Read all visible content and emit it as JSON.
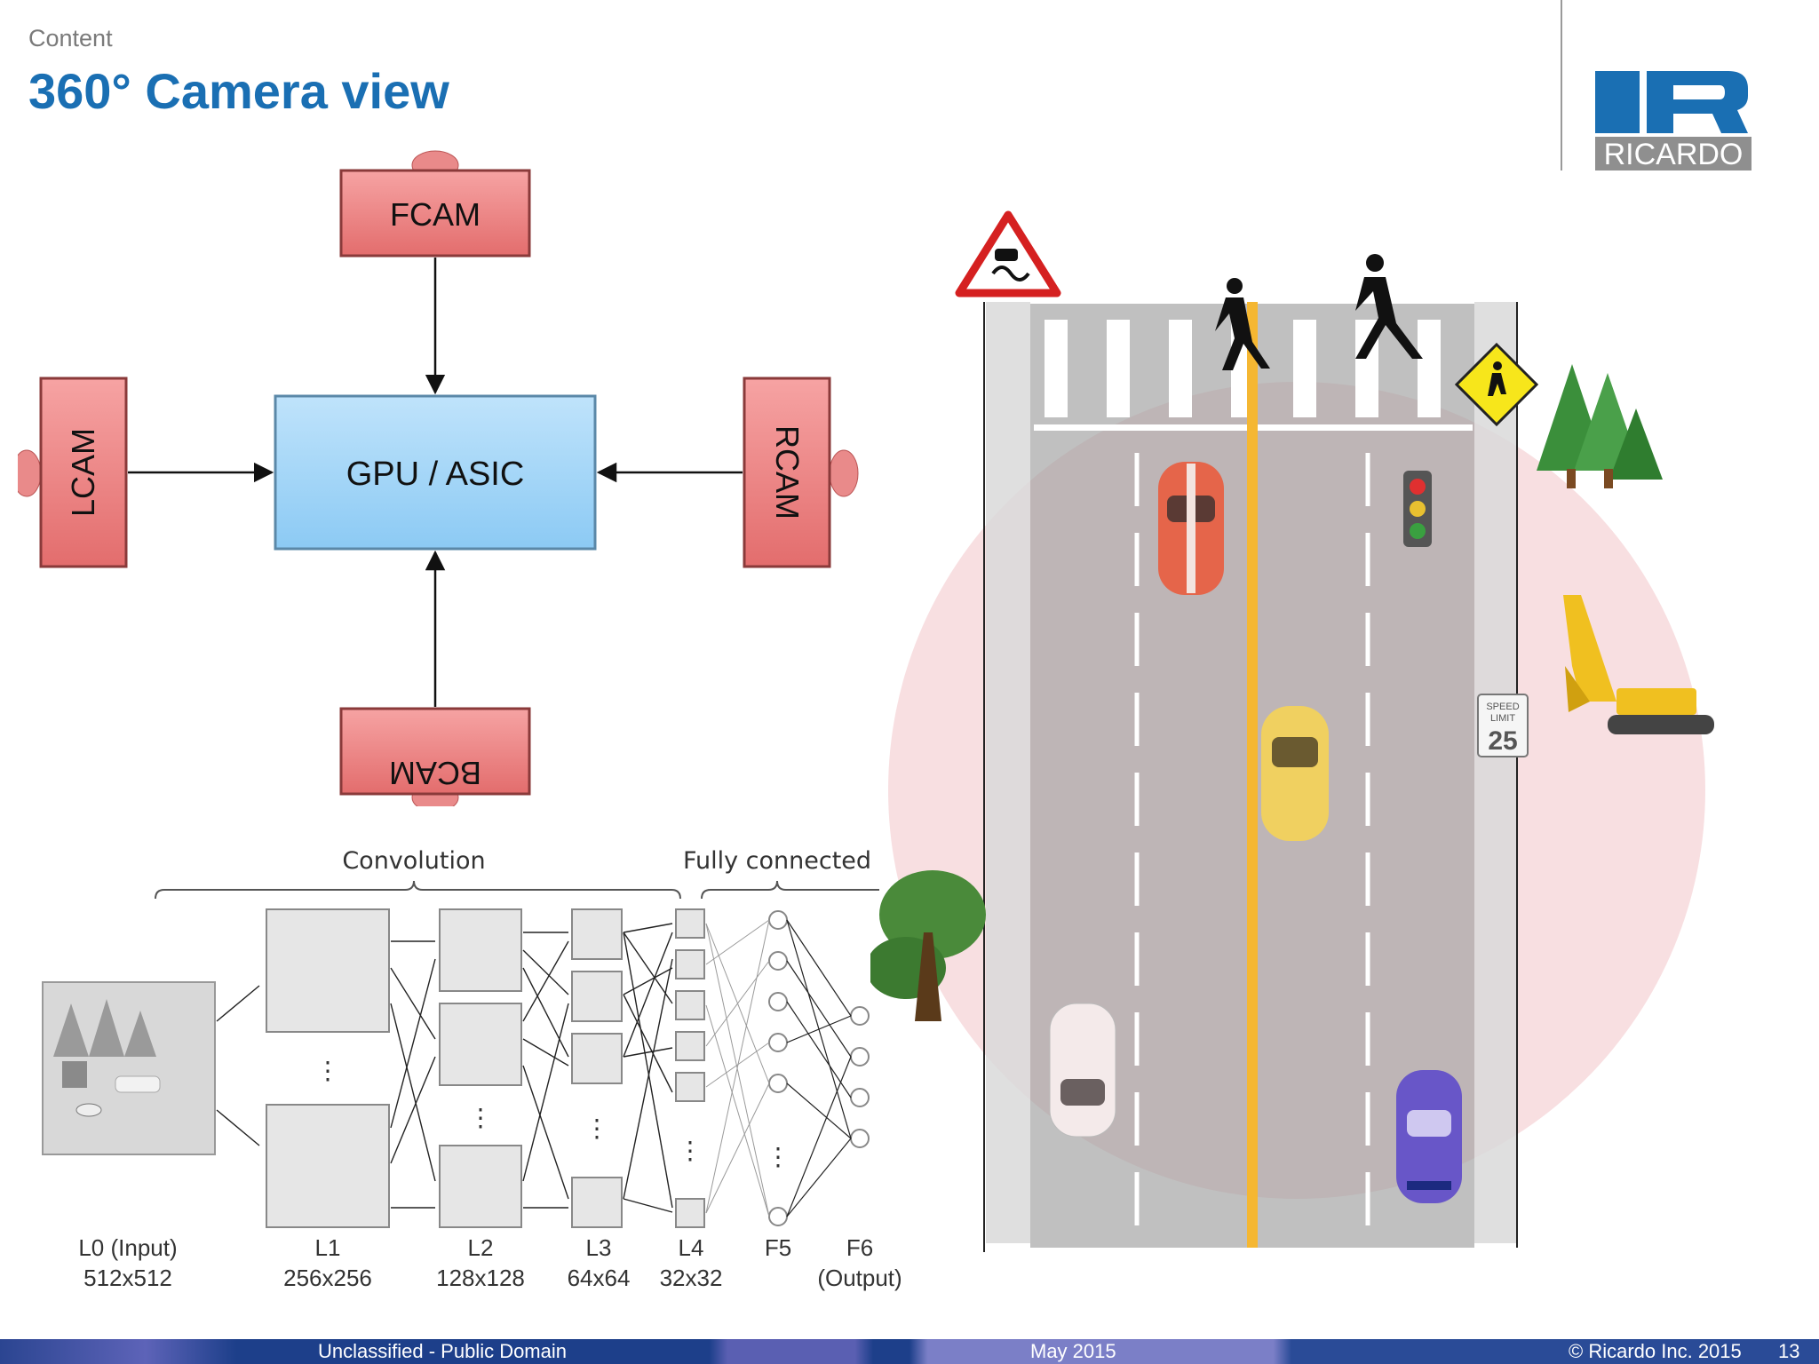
{
  "header": {
    "section_label": "Content",
    "title": "360° Camera view"
  },
  "logo": {
    "text": "RICARDO"
  },
  "camera_diagram": {
    "front": "FCAM",
    "left": "LCAM",
    "right": "RCAM",
    "back": "BCAM",
    "processor": "GPU / ASIC",
    "colors": {
      "camera_fill": "#f08080",
      "processor_fill": "#9fd3f7"
    }
  },
  "cnn": {
    "group_conv": "Convolution",
    "group_fc": "Fully connected",
    "layers": [
      {
        "name": "L0 (Input)",
        "size": "512x512"
      },
      {
        "name": "L1",
        "size": "256x256"
      },
      {
        "name": "L2",
        "size": "128x128"
      },
      {
        "name": "L3",
        "size": "64x64"
      },
      {
        "name": "L4",
        "size": "32x32"
      },
      {
        "name": "F5",
        "size": ""
      },
      {
        "name": "F6",
        "size": "(Output)"
      }
    ]
  },
  "scene": {
    "speed_sign_top": "SPEED",
    "speed_sign_mid": "LIMIT",
    "speed_sign_value": "25",
    "colors": {
      "coverage": "#f2c9cc",
      "road": "#b7b7b7",
      "center_line": "#f5b732"
    }
  },
  "footer": {
    "classification": "Unclassified - Public Domain",
    "date": "May 2015",
    "copyright": "© Ricardo Inc. 2015",
    "page": "13"
  }
}
